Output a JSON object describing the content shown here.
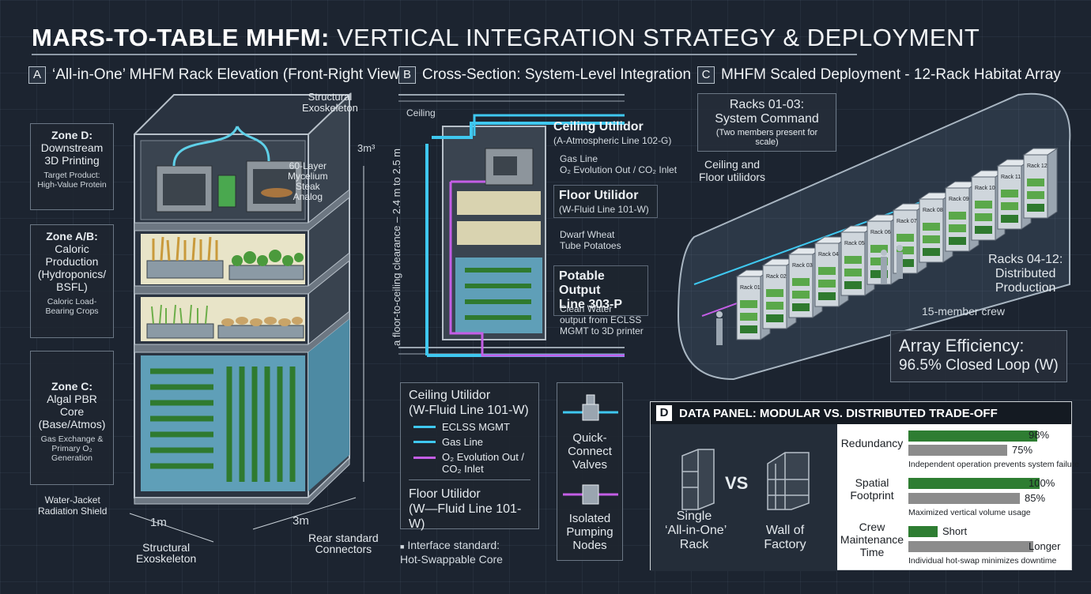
{
  "title": {
    "highlight": "MARS-TO-TABLE MHFM:",
    "rest": " VERTICAL INTEGRATION STRATEGY & DEPLOYMENT"
  },
  "sections": {
    "a": {
      "letter": "A",
      "title": "‘All-in-One’ MHFM Rack Elevation (Front-Right View)"
    },
    "b": {
      "letter": "B",
      "title": "Cross-Section: System-Level Integration"
    },
    "c": {
      "letter": "C",
      "title": "MHFM Scaled Deployment - 12-Rack Habitat Array"
    },
    "d": {
      "letter": "D",
      "title": "DATA PANEL: MODULAR VS. DISTRIBUTED TRADE-OFF"
    }
  },
  "panel_a": {
    "zone_d": {
      "title1": "Zone D:",
      "title2": "Downstream",
      "title3": "3D Printing",
      "sub1": "Target Product:",
      "sub2": "High-Value Protein"
    },
    "zone_ab": {
      "title1": "Zone A/B:",
      "title2": "Caloric",
      "title3": "Production",
      "title4": "(Hydroponics/",
      "title5": "BSFL)",
      "sub1": "Caloric Load-",
      "sub2": "Bearing Crops"
    },
    "zone_c": {
      "title1": "Zone C:",
      "title2": "Algal PBR Core",
      "title3": "(Base/Atmos)",
      "sub1": "Gas Exchange &",
      "sub2": "Primary O₂",
      "sub3": "Generation"
    },
    "structural_top_1": "Structural",
    "structural_top_2": "Exoskeleton",
    "steak_1": "60-Layer",
    "steak_2": "Mycelium",
    "steak_3": "Steak",
    "steak_4": "Analog",
    "volume": "3m³",
    "water_jacket_1": "Water-Jacket",
    "water_jacket_2": "Radiation Shield",
    "dim_1m": "1m",
    "dim_3m": "3m",
    "structural_bottom_1": "Structural",
    "structural_bottom_2": "Exoskeleton",
    "rear_1": "Rear standard",
    "rear_2": "Connectors"
  },
  "panel_b": {
    "ceiling": "Ceiling",
    "clearance": "a floor-to-ceiling clearance – 2.4 m to 2.5 m",
    "ceiling_utilidor": {
      "title": "Ceiling Utilidor",
      "sub": "(A-Atmospheric Line 102-G)"
    },
    "gas_line": {
      "l1": "Gas Line",
      "l2": "O₂ Evolution Out / CO₂ Inlet"
    },
    "floor_utilidor": {
      "title": "Floor Utilidor",
      "sub": "(W-Fluid Line 101-W)"
    },
    "crops": {
      "l1": "Dwarf Wheat",
      "l2": "Tube Potatoes"
    },
    "potable": {
      "title1": "Potable Output",
      "title2": "Line 303-P",
      "sub1": "Clean Water",
      "sub2": "output from ECLSS",
      "sub3": "MGMT to 3D printer"
    }
  },
  "legend": {
    "head1": "Ceiling Utilidor",
    "head2": "(W-Fluid Line 101-W)",
    "items": [
      {
        "label": "ECLSS MGMT",
        "color": "#3fc8f0"
      },
      {
        "label": "Gas Line",
        "color": "#3fc8f0"
      },
      {
        "label": "O₂ Evolution Out /",
        "label2": "CO₂ Inlet",
        "color": "#c45ee6"
      }
    ],
    "floor1": "Floor Utilidor",
    "floor2": "(W—Fluid Line 101-W)"
  },
  "valves": {
    "q1": "Quick-",
    "q2": "Connect",
    "q3": "Valves",
    "i1": "Isolated",
    "i2": "Pumping",
    "i3": "Nodes"
  },
  "interface": {
    "l1": "Interface standard:",
    "l2": "Hot-Swappable Core"
  },
  "panel_c": {
    "racks_cmd": {
      "t1": "Racks 01-03:",
      "t2": "System Command",
      "sub": "(Two members present for scale)"
    },
    "utilidors_1": "Ceiling and",
    "utilidors_2": "Floor utilidors",
    "racks_dist": {
      "t1": "Racks 04-12:",
      "t2": "Distributed",
      "t3": "Production"
    },
    "crew": "15-member crew",
    "efficiency": {
      "l1": "Array Efficiency:",
      "l2": "96.5% Closed Loop (W)"
    },
    "rack_labels": [
      "Rack 01",
      "Rack 02",
      "Rack 03",
      "Rack 04",
      "Rack 05",
      "Rack 06",
      "Rack 07",
      "Rack 08",
      "Rack 09",
      "Rack 10",
      "Rack 11",
      "Rack 12"
    ]
  },
  "panel_d": {
    "single1": "Single",
    "single2": "‘All-in-One’",
    "single3": "Rack",
    "vs": "VS",
    "wall1": "Wall of",
    "wall2": "Factory",
    "metrics": [
      {
        "l1": "Redundancy",
        "l2": "",
        "bar1": 0.98,
        "val1": "98%",
        "bar2": 0.75,
        "val2": "75%",
        "note": "Independent operation prevents system failure"
      },
      {
        "l1": "Spatial",
        "l2": "Footprint",
        "bar1": 1.0,
        "val1": "100%",
        "bar2": 0.85,
        "val2": "85%",
        "note": "Maximized vertical volume usage"
      },
      {
        "l1": "Crew",
        "l2": "Maintenance",
        "l3": "Time",
        "bar1": 0.22,
        "val1": "Short",
        "bar2": 0.95,
        "val2": "Longer",
        "note": "Individual hot-swap minimizes downtime"
      }
    ],
    "colors": {
      "green": "#2e7d32",
      "gray": "#8c8c8c"
    }
  }
}
